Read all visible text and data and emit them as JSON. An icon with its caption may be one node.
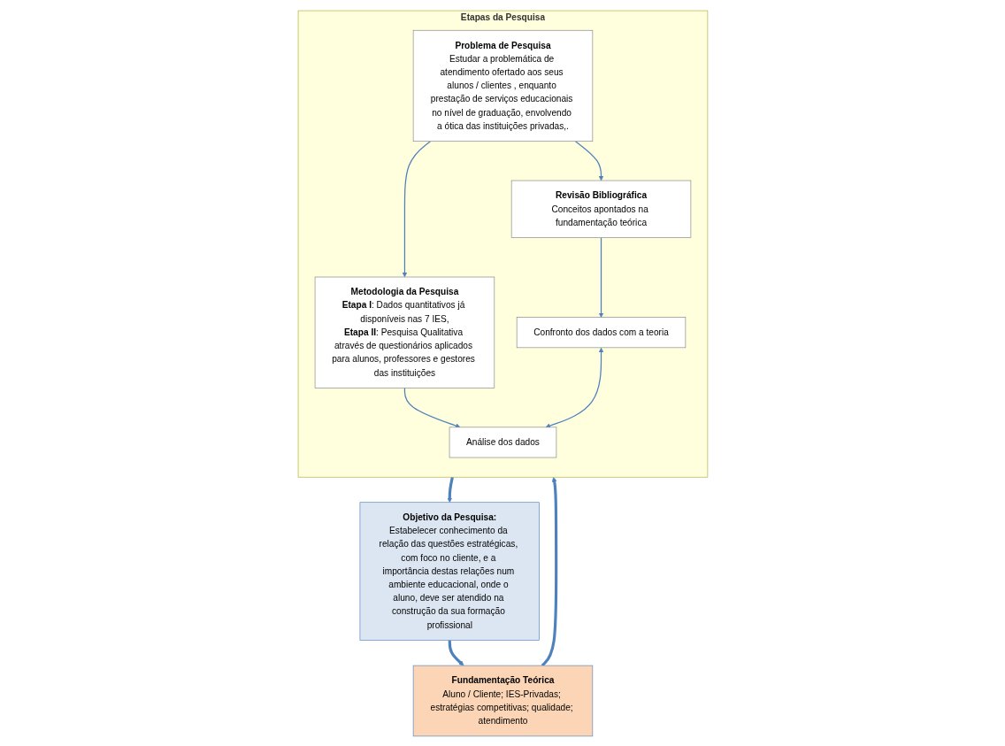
{
  "diagram": {
    "nodes": [
      {
        "text": [
          "Objetivo da Pesquisa:",
          "Estabelecer conhecimento da relação das questões estratégicas, com foco no cliente, e a importância destas relações num ambiente educacional, onde o aluno, deve ser atendido na construção da sua formação profissional"
        ]
      },
      {
        "text": [
          "Fundamentação Teórica",
          "Aluno / Cliente; IES-Privadas; estratégias competitivas; qualidade; atendimento"
        ]
      },
      {
        "text": [
          "Etapas da Pesquisa"
        ]
      },
      {
        "text": [
          "Problema de Pesquisa",
          "Estudar a problemática de atendimento ofertado aos seus alunos / clientes , enquanto prestação de serviços educacionais no nível de graduação, envolvendo a ótica das instituições privadas,."
        ],
        "in": 2
      },
      {
        "text": [
          "Revisão Bibliográfica",
          "Conceitos apontados na fundamentação teórica"
        ],
        "in": 2
      },
      {
        "text": [
          "Metodologia da Pesquisa",
          "**Etapa I**: Dados quantitativos já disponíveis nas 7 IES,",
          "**Etapa II**: Pesquisa Qualitativa através de questionários aplicados para alunos, professores e gestores das instituições"
        ],
        "in": 2
      },
      {
        "text": [
          "Confronto dos dados com a teoria"
        ],
        "in": 2
      },
      {
        "text": [
          "Análise dos dados"
        ],
        "in": 2
      }
    ],
    "edges": [
      {
        "from": 0,
        "to": 1,
        "arrow": "to",
        "style": "thick"
      },
      {
        "from": 1,
        "to": 2,
        "arrow": "to",
        "style": "thick"
      },
      {
        "from": 3,
        "to": 4,
        "arrow": "to"
      },
      {
        "from": 3,
        "to": 5,
        "arrow": "to"
      },
      {
        "from": 4,
        "to": 6,
        "arrow": "to"
      },
      {
        "from": 5,
        "to": 7,
        "arrow": "to"
      },
      {
        "from": 6,
        "to": 7,
        "arrow": "both"
      },
      {
        "from": 2,
        "to": 0,
        "arrow": "to",
        "style": "thick"
      }
    ]
  }
}
